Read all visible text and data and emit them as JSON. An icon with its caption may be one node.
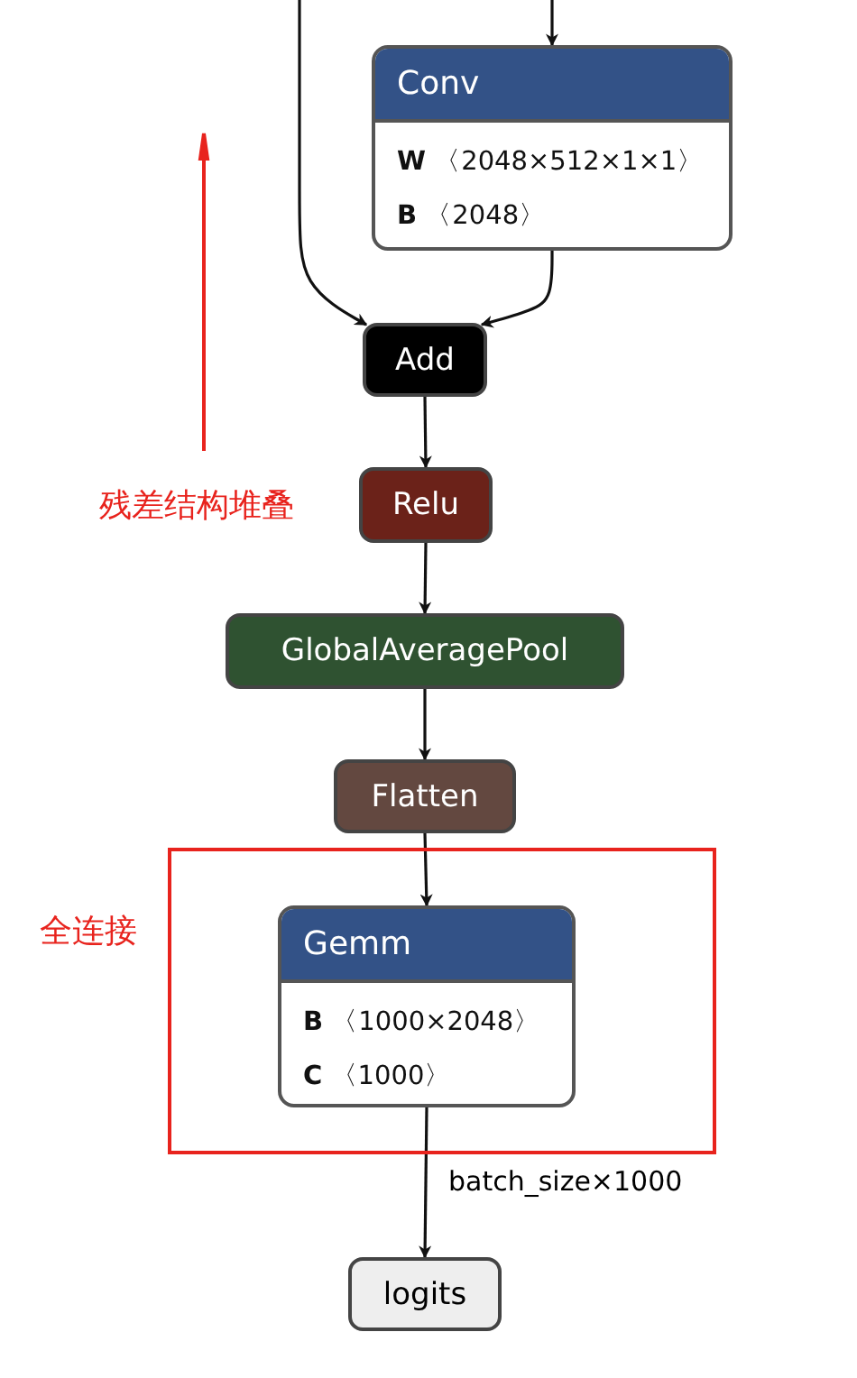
{
  "diagram": {
    "nodes": [
      {
        "text": [
          "Conv",
          "**W** 〈2048×512×1×1〉",
          "**B** 〈2048〉"
        ]
      },
      {
        "text": [
          "Add"
        ]
      },
      {
        "text": [
          "Relu"
        ]
      },
      {
        "text": [
          "GlobalAveragePool"
        ]
      },
      {
        "text": [
          "Flatten"
        ]
      },
      {
        "text": [
          "全连接"
        ]
      },
      {
        "text": [
          "Gemm",
          "**B** 〈1000×2048〉",
          "**C** 〈1000〉"
        ],
        "in": 5
      },
      {
        "text": [
          "logits"
        ]
      }
    ],
    "edges": [
      {
        "from": null,
        "to": 0,
        "arrow": "to"
      },
      {
        "from": null,
        "to": 1,
        "arrow": "to"
      },
      {
        "from": 0,
        "to": 1,
        "arrow": "to"
      },
      {
        "from": 1,
        "to": 2,
        "arrow": "to"
      },
      {
        "from": 2,
        "to": 3,
        "arrow": "to"
      },
      {
        "from": 3,
        "to": 4,
        "arrow": "to"
      },
      {
        "from": 4,
        "to": 6,
        "arrow": "to"
      },
      {
        "from": 6,
        "to": 7,
        "label": "batch_size×1000",
        "arrow": "to"
      }
    ],
    "labels": [
      "残差结构堆叠"
    ]
  }
}
